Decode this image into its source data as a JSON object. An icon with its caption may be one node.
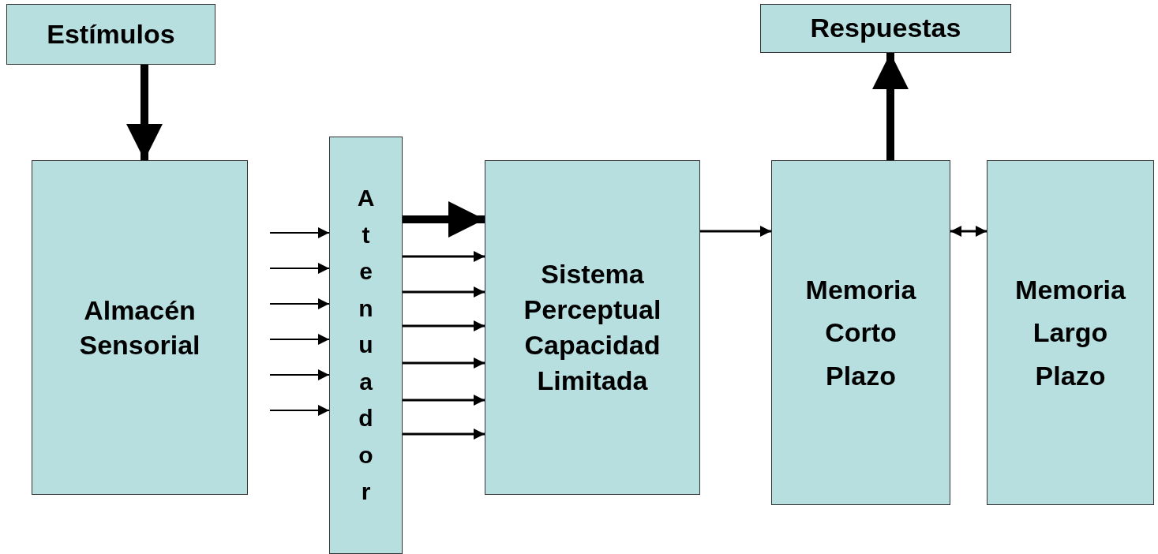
{
  "diagram": {
    "nodes": [
      {
        "text": [
          "Estímulos"
        ]
      },
      {
        "text": [
          "Respuestas"
        ]
      },
      {
        "text": [
          "Almacén Sensorial"
        ]
      },
      {
        "text": [
          "Atenuador"
        ]
      },
      {
        "text": [
          "Sistema Perceptual Capacidad Limitada"
        ]
      },
      {
        "text": [
          "Memoria Corto Plazo"
        ]
      },
      {
        "text": [
          "Memoria Largo Plazo"
        ]
      }
    ],
    "edges": [
      {
        "from": 0,
        "to": 2,
        "arrow": "to",
        "style": "thick"
      },
      {
        "from": null,
        "to": 3,
        "arrow": "to"
      },
      {
        "from": null,
        "to": 3,
        "arrow": "to"
      },
      {
        "from": null,
        "to": 3,
        "arrow": "to"
      },
      {
        "from": null,
        "to": 3,
        "arrow": "to"
      },
      {
        "from": null,
        "to": 3,
        "arrow": "to"
      },
      {
        "from": null,
        "to": 3,
        "arrow": "to"
      },
      {
        "from": 3,
        "to": 4,
        "arrow": "to",
        "style": "thick"
      },
      {
        "from": 3,
        "to": 4,
        "arrow": "to"
      },
      {
        "from": 3,
        "to": 4,
        "arrow": "to"
      },
      {
        "from": 3,
        "to": 4,
        "arrow": "to"
      },
      {
        "from": 3,
        "to": 4,
        "arrow": "to"
      },
      {
        "from": 3,
        "to": 4,
        "arrow": "to"
      },
      {
        "from": 3,
        "to": 4,
        "arrow": "to"
      },
      {
        "from": 4,
        "to": 5,
        "arrow": "to"
      },
      {
        "from": 5,
        "to": 6,
        "arrow": "both"
      },
      {
        "from": 5,
        "to": 1,
        "arrow": "to",
        "style": "thick"
      }
    ]
  }
}
